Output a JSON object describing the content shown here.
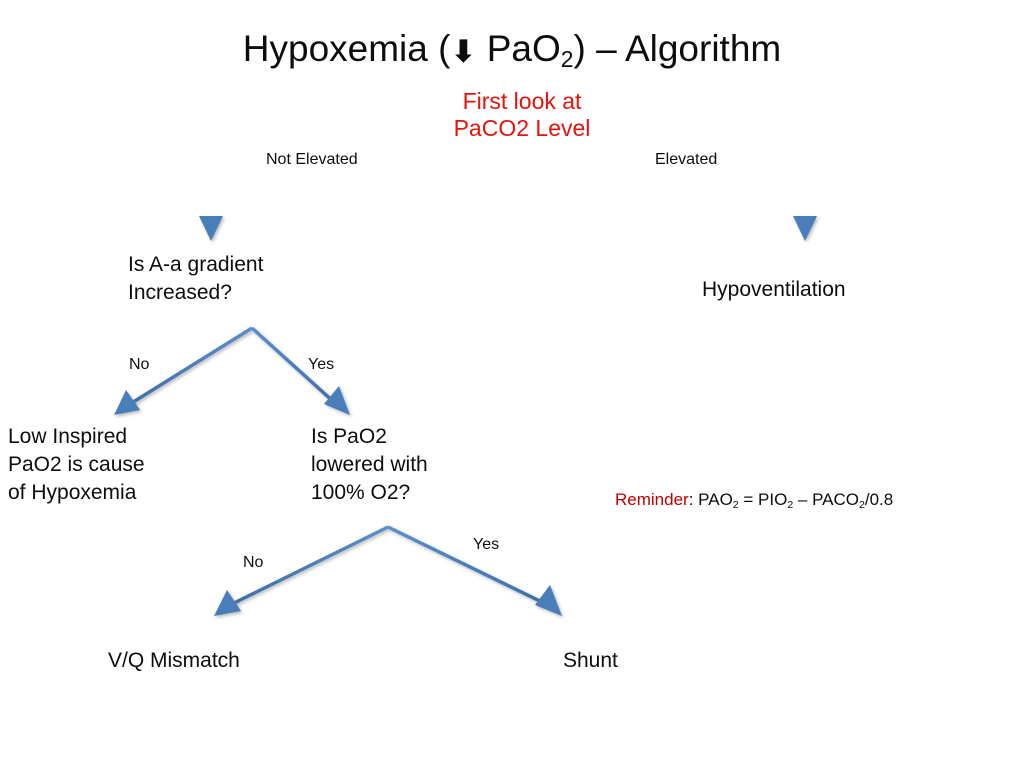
{
  "slide": {
    "title_prefix": "Hypoxemia (",
    "title_arrow": "⬇",
    "title_mid_a": " PaO",
    "title_mid_sub": "2",
    "title_suffix": ") – Algorithm",
    "title_plain": "Hypoxemia (⬇ PaO2) – Algorithm",
    "subtitle_line1": "First look at",
    "subtitle_line2": "PaCO2 Level",
    "subtitle_color": "#e8120c"
  },
  "flow": {
    "branch_labels": {
      "not_elevated": "Not Elevated",
      "elevated": "Elevated",
      "no_1": "No",
      "yes_1": "Yes",
      "no_2": "No",
      "yes_2": "Yes"
    },
    "nodes": {
      "aa_gradient": "Is A-a gradient\nIncreased?",
      "hypoventilation": "Hypoventilation",
      "low_inspired": "Low Inspired\nPaO2 is cause\nof Hypoxemia",
      "pao2_100": "Is PaO2\nlowered with\n100% O2?",
      "vq_mismatch": "V/Q Mismatch",
      "shunt": "Shunt"
    },
    "connector_color": "#4a7ebb"
  },
  "reminder": {
    "label": "Reminder",
    "colon": ": ",
    "t1": "PAO",
    "s1": "2",
    "t2": " = PIO",
    "s2": "2",
    "t3": " – PACO",
    "s3": "2",
    "t4": "/0.8",
    "plain": "Reminder: PAO2 = PIO2 – PACO2/0.8",
    "label_color": "#c00000"
  }
}
